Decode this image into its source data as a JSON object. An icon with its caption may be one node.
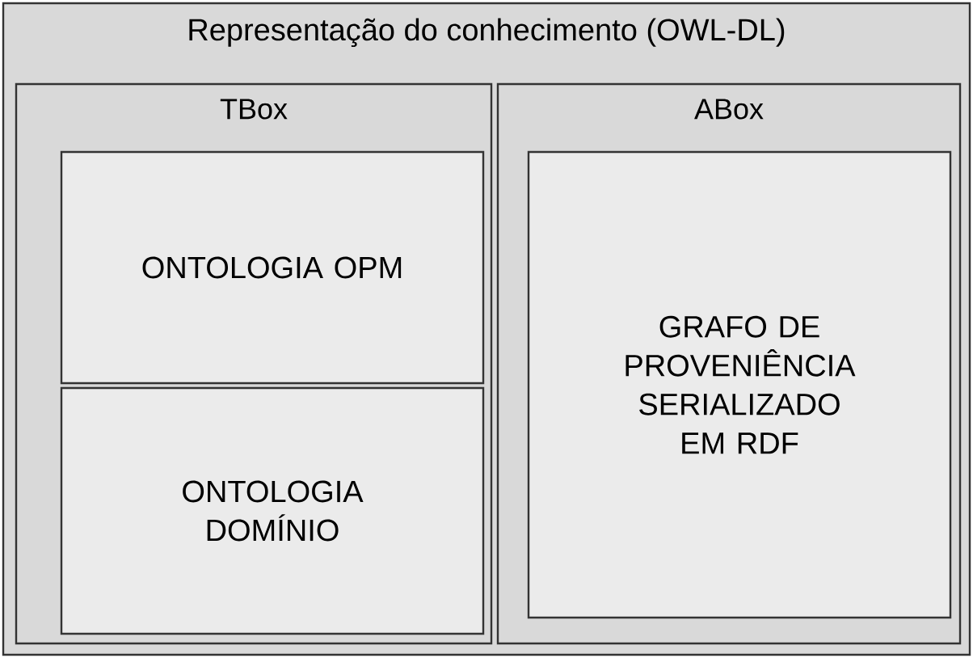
{
  "diagram": {
    "nodes": [
      {
        "text": [
          "Representação do conhecimento (OWL-DL)"
        ]
      },
      {
        "text": [
          "TBox"
        ],
        "in": 0
      },
      {
        "text": [
          "ABox"
        ],
        "in": 0
      },
      {
        "text": [
          "ONTOLOGIA OPM"
        ],
        "in": 1
      },
      {
        "text": [
          "ONTOLOGIA DOMÍNIO"
        ],
        "in": 1
      },
      {
        "text": [
          "GRAFO DE PROVENIÊNCIA SERIALIZADO EM RDF"
        ],
        "in": 2
      }
    ]
  }
}
